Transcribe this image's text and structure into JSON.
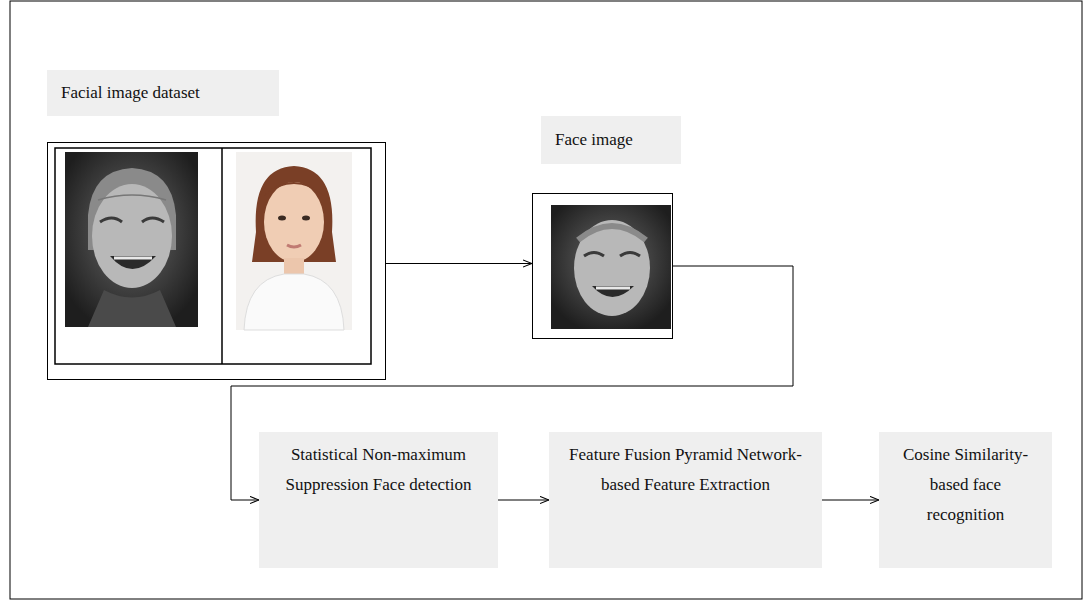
{
  "diagram": {
    "nodes": [
      {
        "text": [
          "Facial image dataset"
        ]
      },
      {
        "text": [
          "Face image"
        ]
      },
      {
        "text": [
          "Statistical Non-maximum Suppression Face detection"
        ]
      },
      {
        "text": [
          "Feature Fusion Pyramid Network-based Feature Extraction"
        ]
      },
      {
        "text": [
          "Cosine Similarity-based face recognition"
        ]
      }
    ],
    "edges": [
      {
        "from": 0,
        "to": 1,
        "arrow": "to"
      },
      {
        "from": 1,
        "to": 2,
        "arrow": "to"
      },
      {
        "from": 2,
        "to": 3,
        "arrow": "to"
      },
      {
        "from": 3,
        "to": 4,
        "arrow": "to"
      }
    ]
  }
}
